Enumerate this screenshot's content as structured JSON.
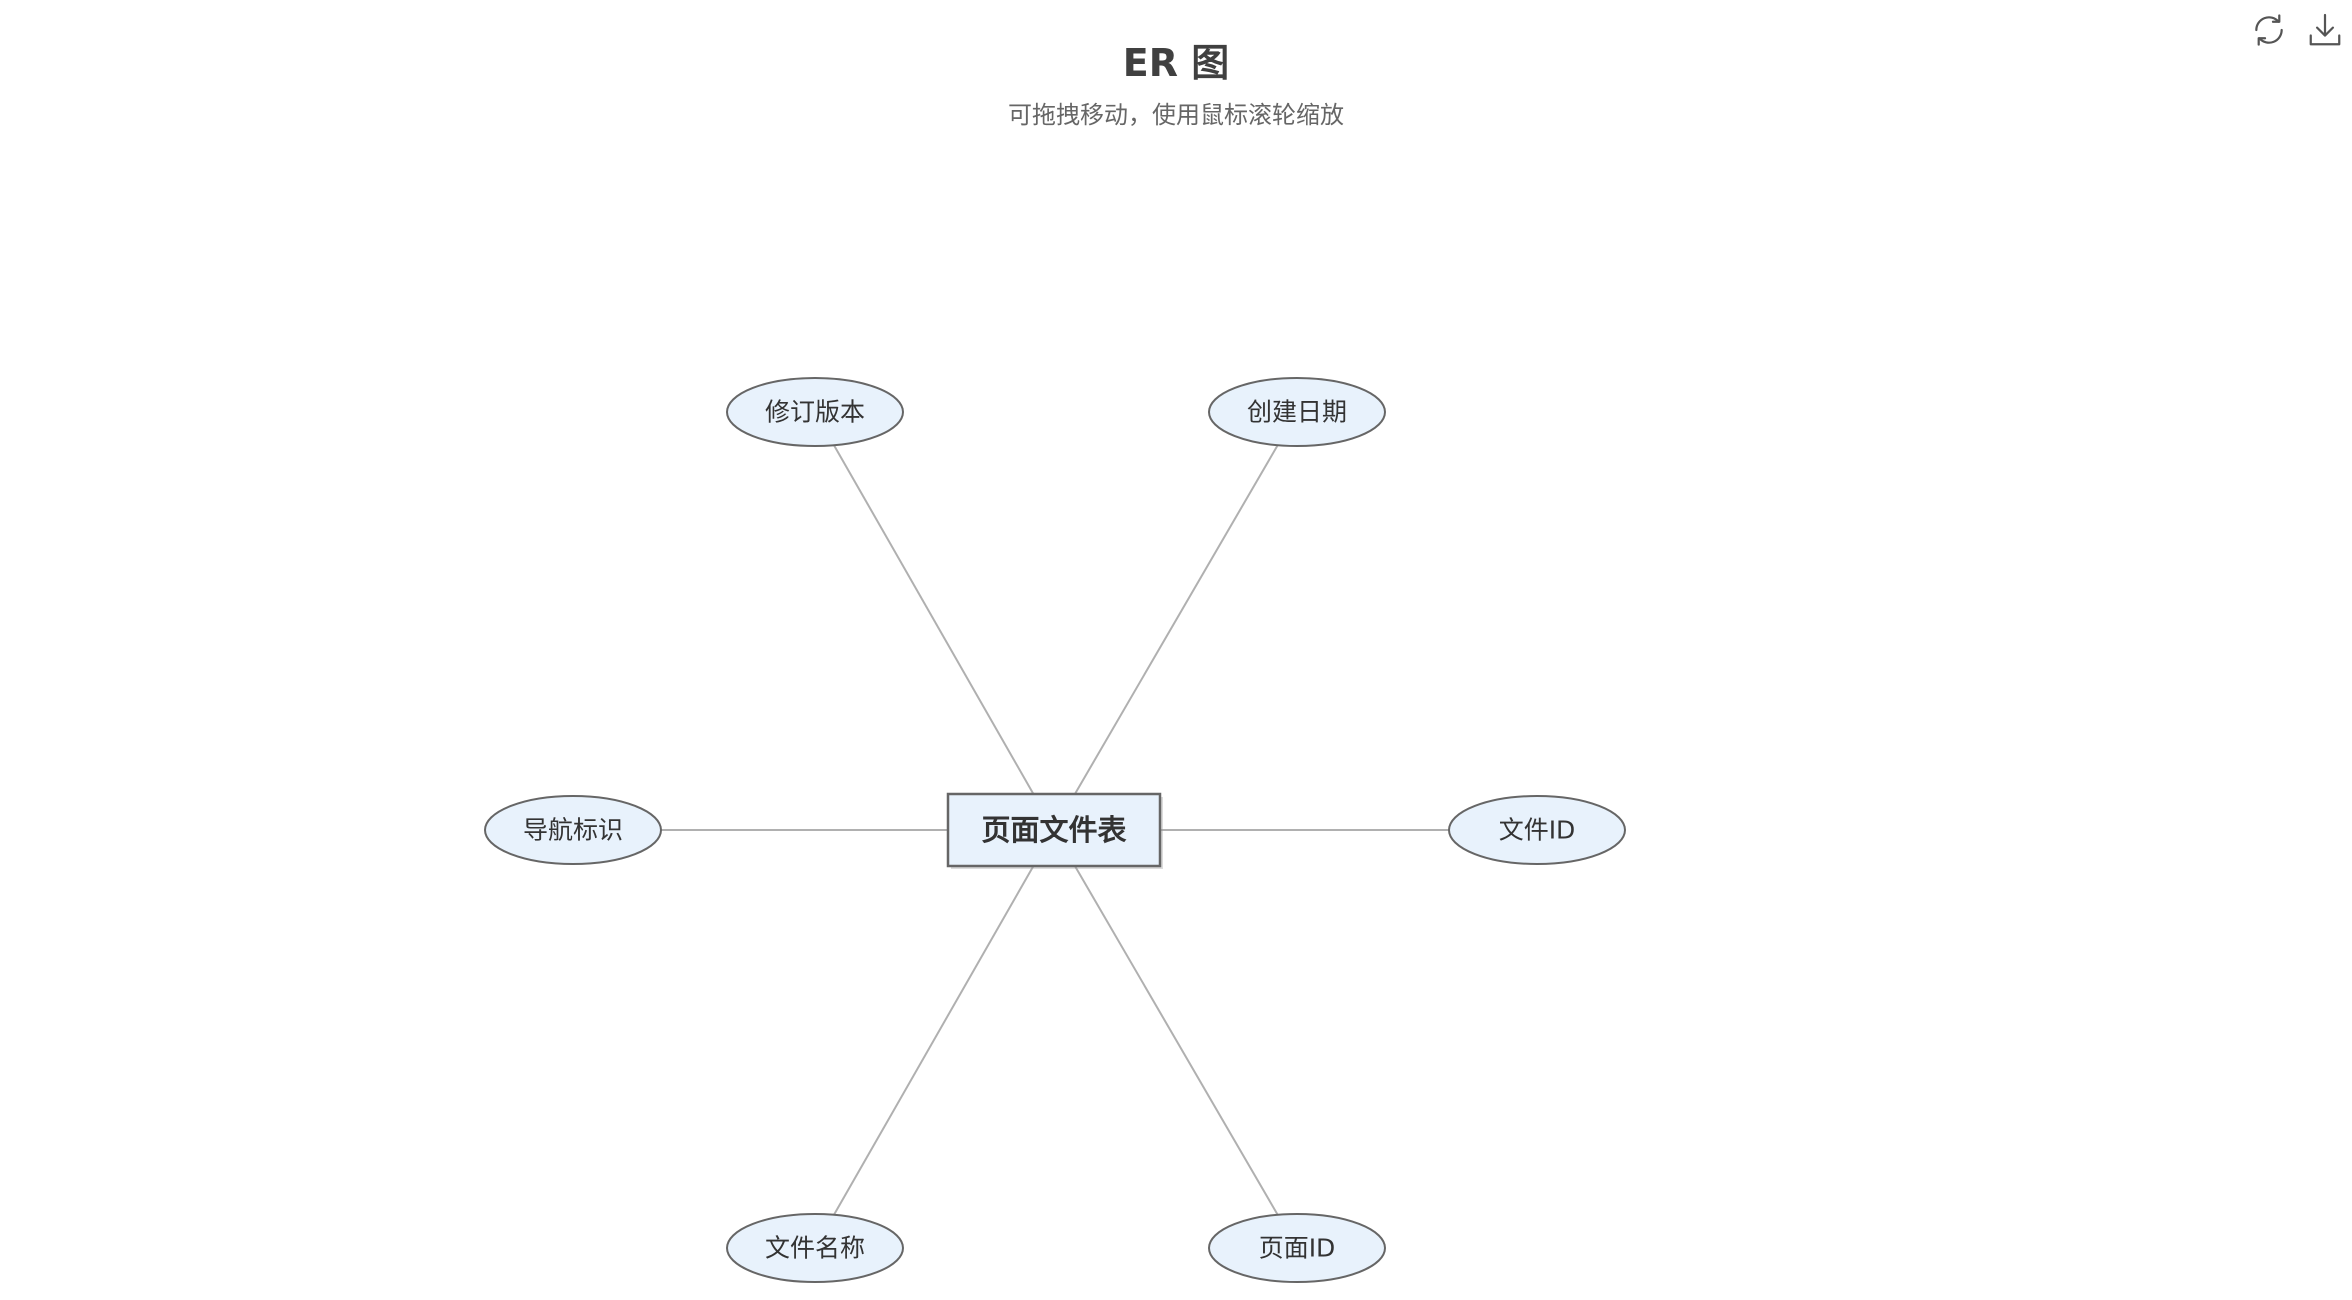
{
  "header": {
    "title": "ER 图",
    "subtitle": "可拖拽移动，使用鼠标滚轮缩放"
  },
  "toolbar": {
    "buttons": [
      {
        "name": "refresh",
        "icon": "refresh-icon"
      },
      {
        "name": "download",
        "icon": "download-icon"
      }
    ]
  },
  "colors": {
    "node_fill": "#e8f2fc",
    "node_stroke": "#666666",
    "edge": "#b0b0b0",
    "text": "#333333"
  },
  "diagram": {
    "entity": {
      "label": "页面文件表"
    },
    "attributes": [
      {
        "label": "修订版本"
      },
      {
        "label": "创建日期"
      },
      {
        "label": "导航标识"
      },
      {
        "label": "文件ID"
      },
      {
        "label": "文件名称"
      },
      {
        "label": "页面ID"
      }
    ]
  }
}
